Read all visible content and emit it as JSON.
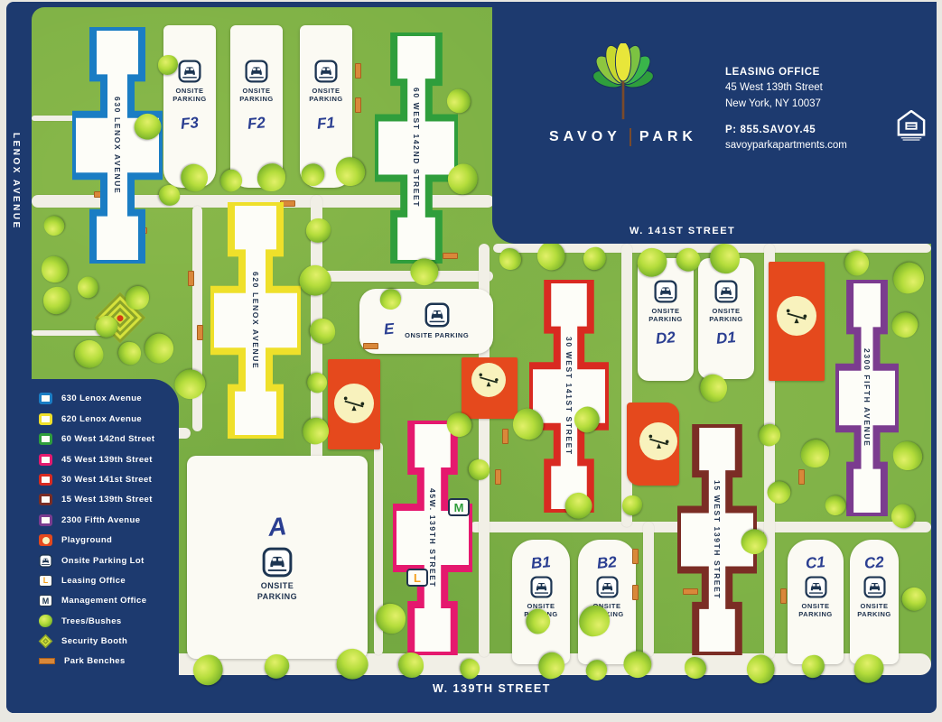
{
  "brand": {
    "name_left": "SAVOY",
    "name_right": "PARK"
  },
  "office": {
    "title": "LEASING OFFICE",
    "address1": "45 West 139th Street",
    "address2": "New York, NY 10037",
    "phone": "P: 855.SAVOY.45",
    "website": "savoyparkapartments.com"
  },
  "streets": {
    "lenox": "LENOX AVENUE",
    "w141": "W. 141ST STREET",
    "w139": "W. 139TH STREET"
  },
  "legend": {
    "items": [
      {
        "label": "630 Lenox Avenue",
        "type": "building",
        "color": "#1a7dc4"
      },
      {
        "label": "620 Lenox Avenue",
        "type": "building",
        "color": "#efe02a"
      },
      {
        "label": "60 West 142nd Street",
        "type": "building",
        "color": "#2f9e3c"
      },
      {
        "label": "45 West 139th Street",
        "type": "building",
        "color": "#e5196e"
      },
      {
        "label": "30 West 141st Street",
        "type": "building",
        "color": "#d92a21"
      },
      {
        "label": "15 West 139th Street",
        "type": "building",
        "color": "#7b2d25"
      },
      {
        "label": "2300 Fifth Avenue",
        "type": "building",
        "color": "#7b3c8f"
      },
      {
        "label": "Playground",
        "type": "playground"
      },
      {
        "label": "Onsite Parking Lot",
        "type": "parking"
      },
      {
        "label": "Leasing Office",
        "type": "leasing"
      },
      {
        "label": "Management Office",
        "type": "management"
      },
      {
        "label": "Trees/Bushes",
        "type": "trees"
      },
      {
        "label": "Security Booth",
        "type": "security"
      },
      {
        "label": "Park Benches",
        "type": "benches"
      }
    ]
  },
  "buildings": [
    {
      "name": "630 LENOX AVENUE",
      "color": "#1a7dc4"
    },
    {
      "name": "620 LENOX AVENUE",
      "color": "#efe02a"
    },
    {
      "name": "60 WEST 142ND STREET",
      "color": "#2f9e3c"
    },
    {
      "name": "45W. 139TH STREET",
      "color": "#e5196e"
    },
    {
      "name": "30 WEST 141ST STREET",
      "color": "#d92a21"
    },
    {
      "name": "15 WEST 139TH STREET",
      "color": "#7b2d25"
    },
    {
      "name": "2300 FIFTH AVENUE",
      "color": "#7b3c8f"
    }
  ],
  "parking": {
    "label_line1": "ONSITE",
    "label_line2": "PARKING",
    "lots": [
      "F3",
      "F2",
      "F1",
      "E",
      "D2",
      "D1",
      "A",
      "B1",
      "B2",
      "C1",
      "C2"
    ]
  },
  "badges": {
    "management": "M",
    "leasing": "L"
  },
  "colors": {
    "navy": "#1d3a6f",
    "grass": "#7cb045",
    "path": "#f1efe6",
    "playground": "#e5491d",
    "ink": "#2a3e91"
  }
}
